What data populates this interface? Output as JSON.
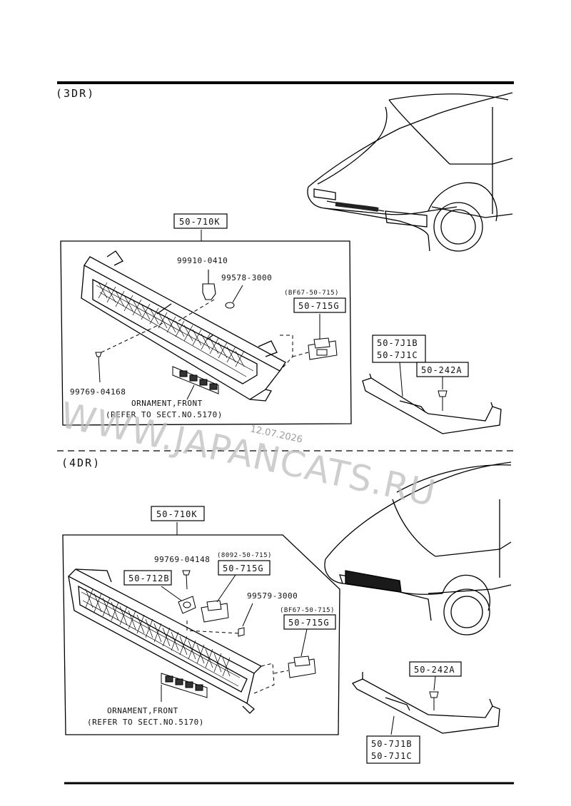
{
  "sections": {
    "top": {
      "title": "(3DR)",
      "assembly_part": "50-710K",
      "labels": {
        "screw": "99910-0410",
        "nut": "99578-3000",
        "bolt": "99769-04168",
        "clip_ref": "(BF67-50-715)",
        "clip_part": "50-715G",
        "trim_part_a": "50-7J1B",
        "trim_part_b": "50-7J1C",
        "fastener_part": "50-242A",
        "ornament_line1": "ORNAMENT,FRONT",
        "ornament_line2": "(REFER TO SECT.NO.5170)"
      }
    },
    "bottom": {
      "title": "(4DR)",
      "assembly_part": "50-710K",
      "labels": {
        "bolt": "99769-04148",
        "upper_clip_ref": "(8092-50-715)",
        "upper_clip_part": "50-715G",
        "bracket_part": "50-712B",
        "nut": "99579-3000",
        "lower_clip_ref": "(BF67-50-715)",
        "lower_clip_part": "50-715G",
        "fastener_part": "50-242A",
        "trim_part_a": "50-7J1B",
        "trim_part_b": "50-7J1C",
        "ornament_line1": "ORNAMENT,FRONT",
        "ornament_line2": "(REFER TO SECT.NO.5170)"
      }
    }
  },
  "watermark": {
    "text": "WWW.JAPANCATS.RU",
    "date": "12.07.2026"
  }
}
